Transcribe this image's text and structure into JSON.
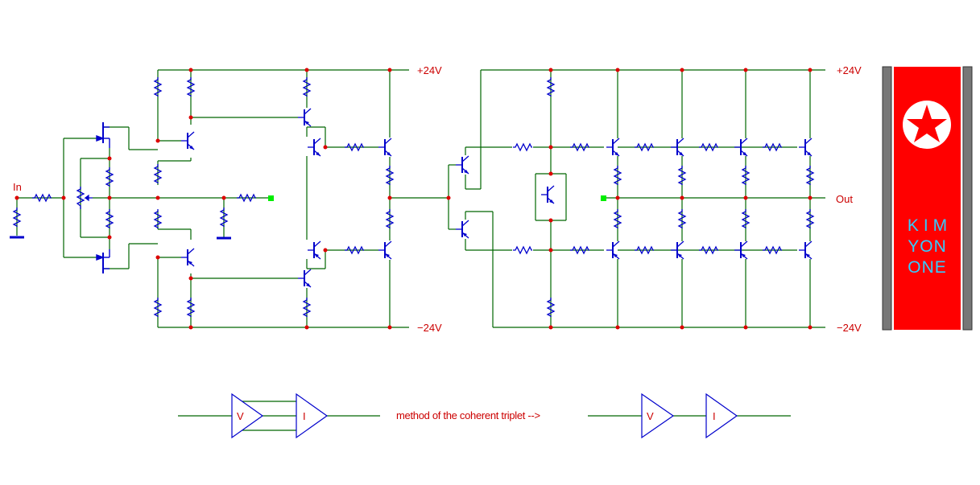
{
  "labels": {
    "input": "In",
    "output": "Out",
    "plus_rail_left": "+24V",
    "minus_rail_left": "−24V",
    "plus_rail_right": "+24V",
    "minus_rail_right": "−24V",
    "caption": "method of the coherent triplet -->"
  },
  "banner": {
    "line1": "KIM",
    "line2": "YON",
    "line3": "ONE",
    "bg_color": "#ff0000",
    "text_color": "#33ccff",
    "bar_color": "#777777"
  },
  "triplet_left": {
    "stage1": "V",
    "stage2": "I"
  },
  "triplet_right": {
    "stage1": "V",
    "stage2": "I"
  },
  "colors": {
    "wire": "#006600",
    "component": "#0000cc",
    "node": "#dd0000",
    "marker": "#00ee00"
  }
}
